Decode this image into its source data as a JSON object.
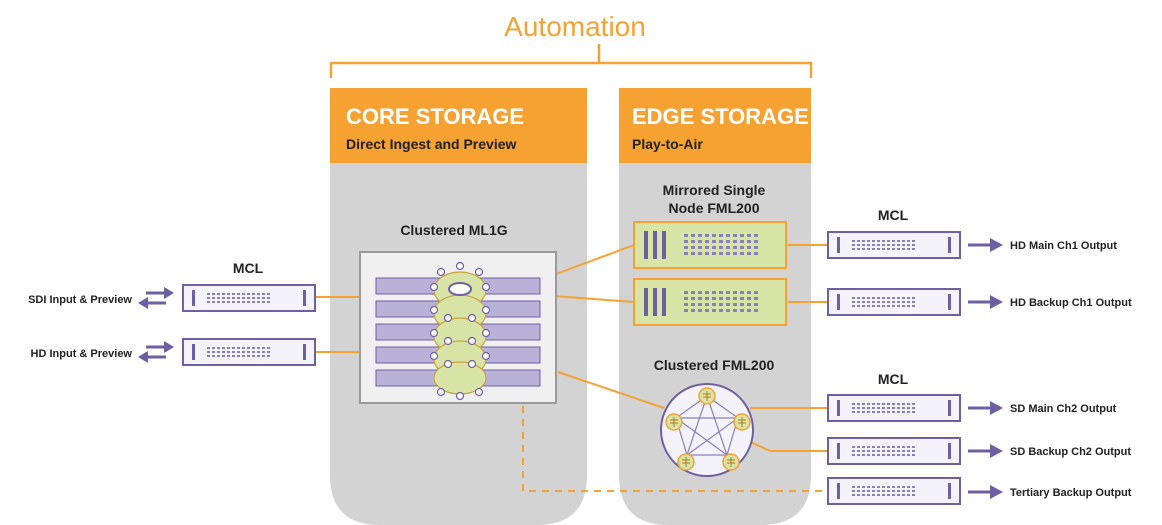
{
  "header": {
    "title": "Automation"
  },
  "colors": {
    "orange": "#F5A233",
    "gray": "#D3D3D3",
    "purple": "#6E5FA3",
    "green": "#D8E4A6",
    "lavender": "#B9B2D8",
    "device_bg": "#F4F2FA"
  },
  "core": {
    "title": "CORE STORAGE",
    "subtitle": "Direct Ingest and Preview",
    "cluster_label": "Clustered ML1G"
  },
  "edge": {
    "title": "EDGE STORAGE",
    "subtitle": "Play-to-Air",
    "mirrored_label_1": "Mirrored Single",
    "mirrored_label_2": "Node FML200",
    "cluster_label": "Clustered FML200"
  },
  "left": {
    "mcl_label": "MCL",
    "inputs": [
      "SDI Input & Preview",
      "HD Input & Preview"
    ]
  },
  "right": {
    "mcl_labels": [
      "MCL",
      "MCL"
    ],
    "outputs": [
      "HD Main Ch1 Output",
      "HD Backup Ch1 Output",
      "SD Main Ch2 Output",
      "SD Backup Ch2 Output",
      "Tertiary Backup Output"
    ]
  },
  "icons": {
    "bidirectional_arrow": "double-arrow-icon",
    "output_arrow": "arrow-right-icon",
    "mcl_unit": "rack-server-icon",
    "fml200_unit": "storage-node-icon",
    "cluster": "cluster-ring-icon"
  }
}
